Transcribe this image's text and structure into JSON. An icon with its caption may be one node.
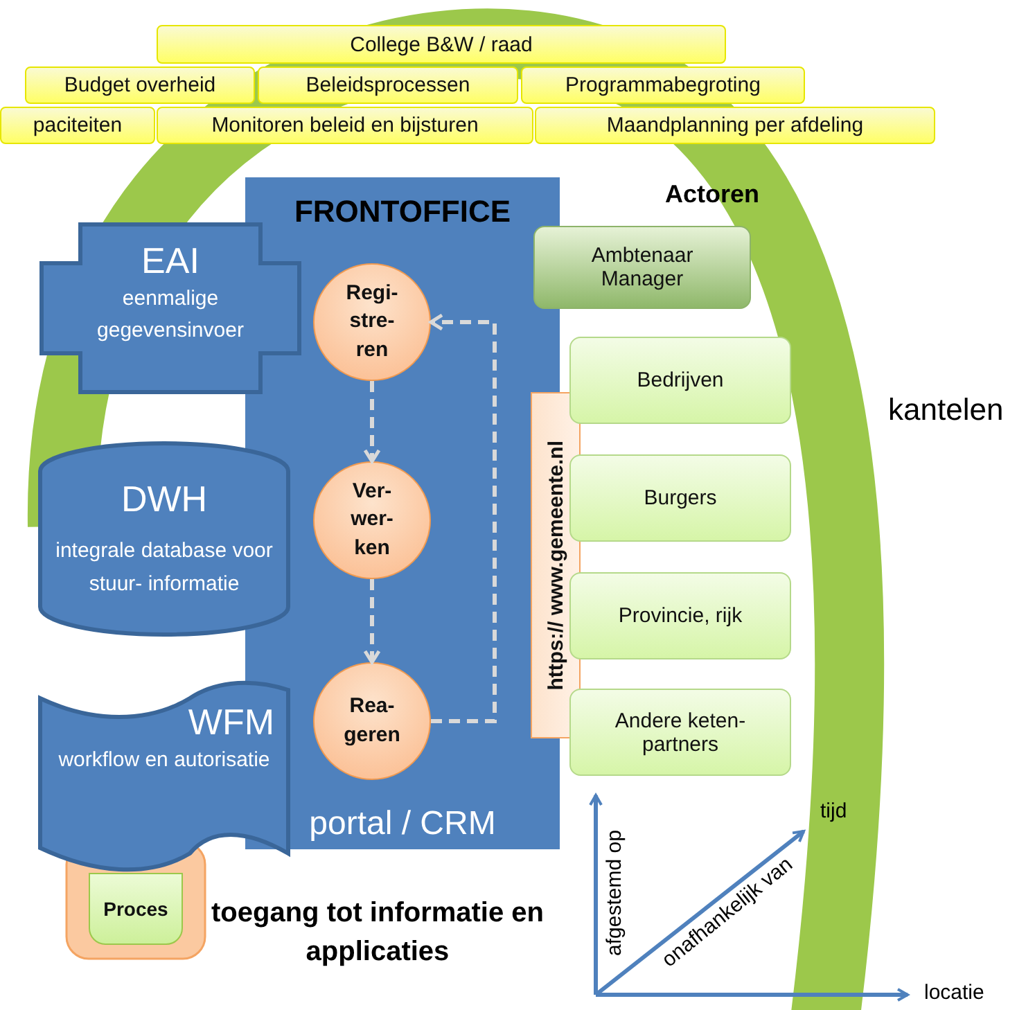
{
  "diagram": {
    "nodes": [
      {
        "text": [
          "College B&W / raad"
        ]
      },
      {
        "text": [
          "Budget overheid"
        ]
      },
      {
        "text": [
          "Beleidsprocessen"
        ]
      },
      {
        "text": [
          "Programmabegroting"
        ]
      },
      {
        "text": [
          "paciteiten"
        ]
      },
      {
        "text": [
          "Monitoren beleid en bijsturen"
        ]
      },
      {
        "text": [
          "Maandplanning per afdeling"
        ]
      },
      {
        "text": [
          "FRONTOFFICE",
          "portal / CRM"
        ]
      },
      {
        "text": [
          "Regi- stre- ren"
        ],
        "in": 7
      },
      {
        "text": [
          "Ver- wer- ken"
        ],
        "in": 7
      },
      {
        "text": [
          "Rea- geren"
        ],
        "in": 7
      },
      {
        "text": [
          "EAI",
          "eenmalige gegevensinvoer"
        ]
      },
      {
        "text": [
          "DWH",
          "integrale database voor stuur- informatie"
        ]
      },
      {
        "text": [
          "Proces"
        ]
      },
      {
        "text": [
          "WFM",
          "workflow en autorisatie"
        ]
      },
      {
        "text": [
          "Ambtenaar Manager"
        ]
      },
      {
        "text": [
          "https:// www.gemeente.nl"
        ]
      },
      {
        "text": [
          "Bedrijven"
        ]
      },
      {
        "text": [
          "Burgers"
        ]
      },
      {
        "text": [
          "Provincie, rijk"
        ]
      },
      {
        "text": [
          "Andere keten- partners"
        ]
      }
    ],
    "edges": [
      {
        "from": 8,
        "to": 9,
        "arrow": "to",
        "style": "dashed"
      },
      {
        "from": 9,
        "to": 10,
        "arrow": "to",
        "style": "dashed"
      },
      {
        "from": 10,
        "to": 8,
        "arrow": "to",
        "style": "dashed"
      }
    ],
    "labels": [
      "Actoren",
      "kantelen",
      "toegang tot informatie en applicaties",
      "afgestemd op",
      "tijd",
      "onafhankelijk van",
      "locatie"
    ]
  }
}
